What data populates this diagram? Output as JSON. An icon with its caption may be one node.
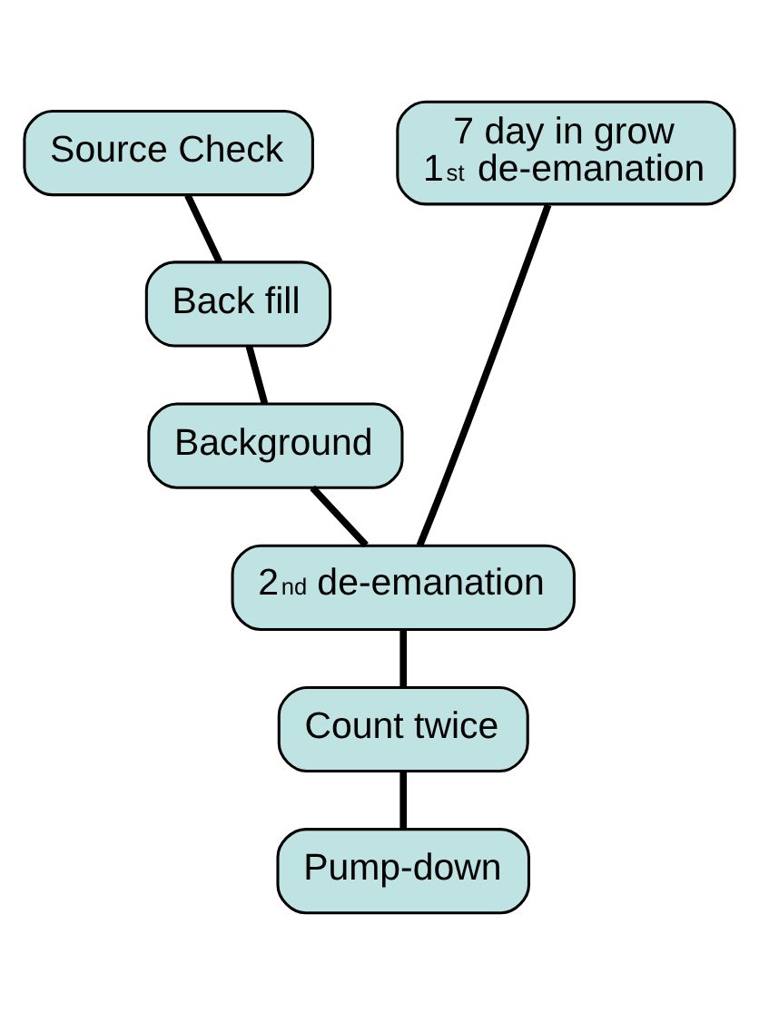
{
  "diagram": {
    "nodes": [
      {
        "text": [
          "Source Check"
        ]
      },
      {
        "text": [
          "Back fill"
        ]
      },
      {
        "text": [
          "Background"
        ]
      },
      {
        "text": [
          "7 day in grow",
          "1$^{st}$ de-emanation"
        ]
      },
      {
        "text": [
          "2$^{nd}$ de-emanation"
        ]
      },
      {
        "text": [
          "Count twice"
        ]
      },
      {
        "text": [
          "Pump-down"
        ]
      }
    ],
    "edges": [
      {
        "from": 0,
        "to": 1,
        "arrow": "none"
      },
      {
        "from": 1,
        "to": 2,
        "arrow": "none"
      },
      {
        "from": 2,
        "to": 4,
        "arrow": "none"
      },
      {
        "from": 3,
        "to": 4,
        "arrow": "none"
      },
      {
        "from": 4,
        "to": 5,
        "arrow": "none"
      },
      {
        "from": 5,
        "to": 6,
        "arrow": "none"
      }
    ]
  }
}
